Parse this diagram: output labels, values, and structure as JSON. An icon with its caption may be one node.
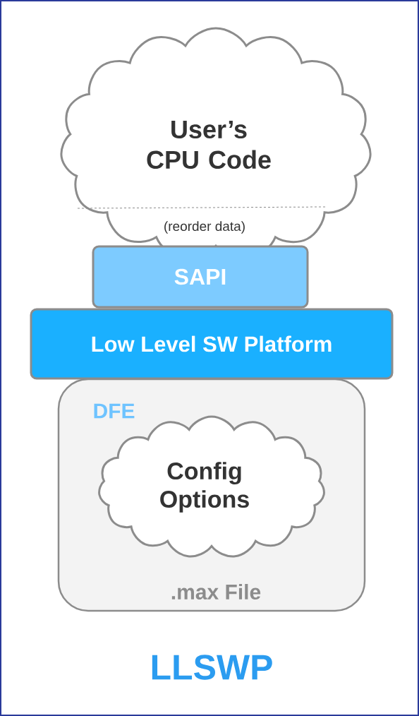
{
  "diagram": {
    "nodes": [
      {
        "text": [
          "User’s CPU Code",
          "(reorder data)"
        ]
      },
      {
        "text": [
          "SAPI"
        ]
      },
      {
        "text": [
          "Low Level SW Platform"
        ]
      },
      {
        "text": [
          "DFE",
          ".max File"
        ]
      },
      {
        "text": [
          "Config Options"
        ],
        "in": 3
      }
    ],
    "edges": [],
    "labels": [
      "LLSWP"
    ]
  }
}
